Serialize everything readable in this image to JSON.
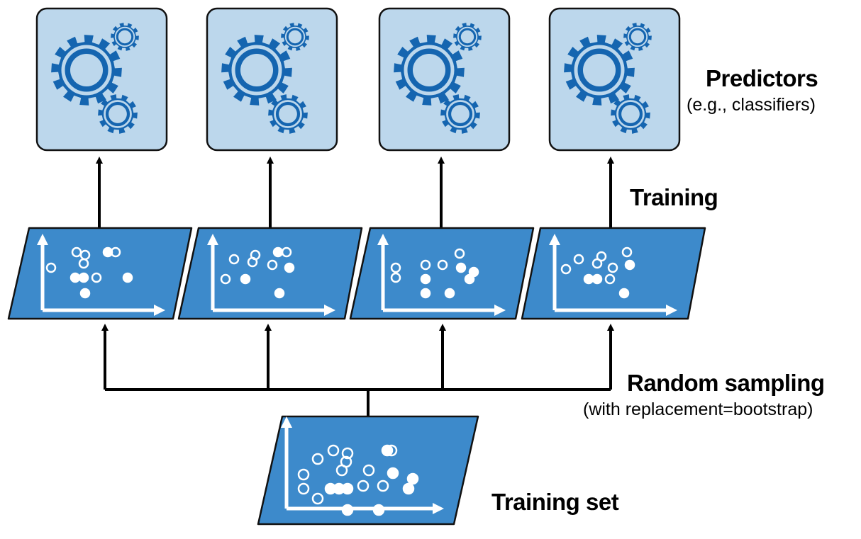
{
  "labels": {
    "predictors_title": "Predictors",
    "predictors_sub": "(e.g., classifiers)",
    "training": "Training",
    "random_sampling_title": "Random sampling",
    "random_sampling_sub": "(with replacement=bootstrap)",
    "training_set": "Training set"
  },
  "colors": {
    "predictor_box_fill": "#bcd7ec",
    "dataset_fill": "#3d8acb",
    "gear_fill": "#1565b0",
    "arrow": "#000000",
    "point": "#ffffff"
  },
  "predictor_count": 4,
  "sample_count": 4
}
